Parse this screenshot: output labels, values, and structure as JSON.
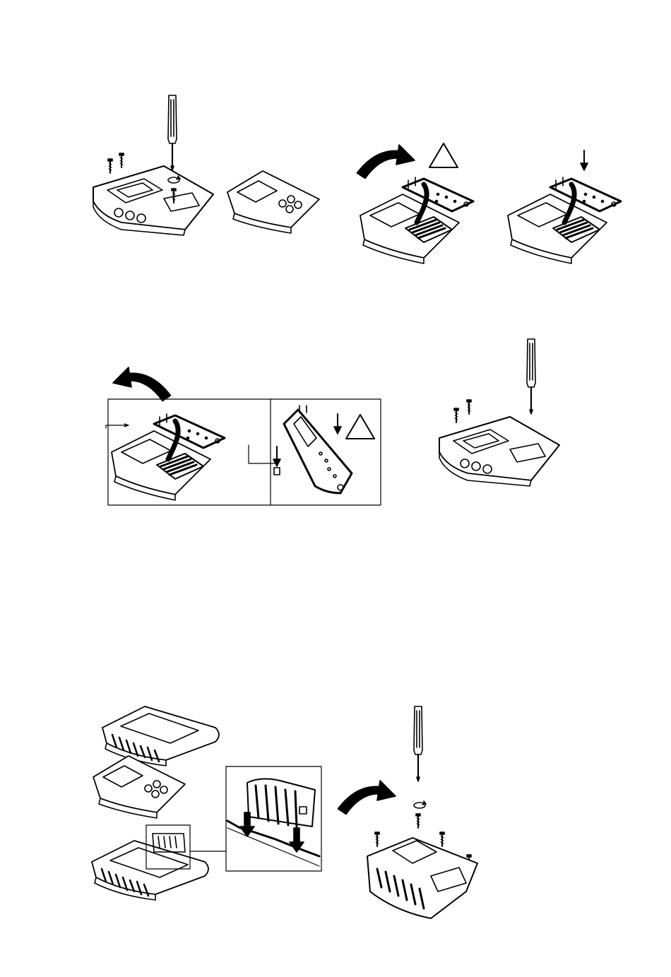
{
  "page": {
    "background": "#ffffff",
    "ink": "#000000",
    "light_fill": "#ffffff"
  },
  "rows": [
    {
      "name": "battery-removal-steps",
      "panels": [
        {
          "name": "remove-screws",
          "icons": [
            "screwdriver-icon",
            "screw-icon",
            "rotate-arrow-icon"
          ]
        },
        {
          "name": "turn-meter-over",
          "icons": [
            "meter-front-icon"
          ]
        },
        {
          "name": "lift-cover",
          "icons": [
            "curved-arrow-icon",
            "warning-triangle-icon"
          ]
        },
        {
          "name": "battery-compartment-open",
          "icons": [
            "down-arrow-icon",
            "battery-pack-icon"
          ]
        }
      ]
    },
    {
      "name": "reassembly-steps",
      "panels": [
        {
          "name": "close-cover-callout",
          "icons": [
            "curved-arrow-icon",
            "warning-triangle-icon",
            "plug-icon"
          ]
        },
        {
          "name": "refasten-screws",
          "icons": [
            "screwdriver-icon",
            "screw-icon",
            "rotate-arrow-icon"
          ]
        }
      ]
    },
    {
      "name": "holster-assembly",
      "panels": [
        {
          "name": "holster-exploded-view",
          "icons": [
            "holster-top-icon",
            "meter-front-icon",
            "holster-bottom-icon"
          ]
        },
        {
          "name": "clip-detail-callout",
          "icons": [
            "clip-icon",
            "down-arrow-icon"
          ]
        },
        {
          "name": "holster-screw-fastening",
          "icons": [
            "curved-arrow-icon",
            "screwdriver-icon",
            "screw-icon"
          ]
        }
      ]
    }
  ]
}
